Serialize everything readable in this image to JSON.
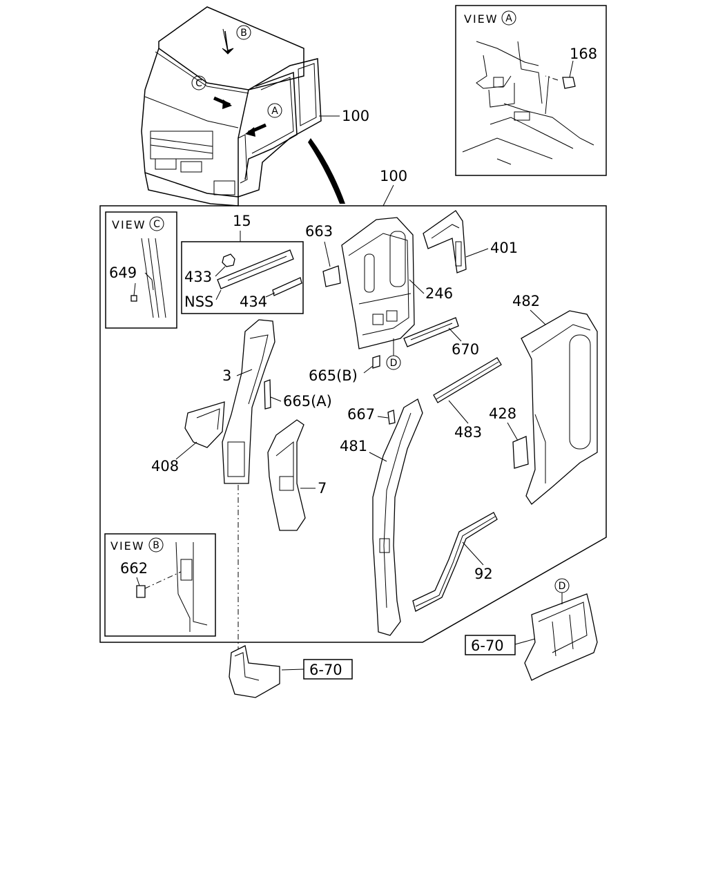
{
  "views": {
    "a": {
      "title": "VIEW",
      "letter": "A",
      "callouts": [
        "168"
      ]
    },
    "b": {
      "title": "VIEW",
      "letter": "B",
      "callouts": [
        "662"
      ]
    },
    "c": {
      "title": "VIEW",
      "letter": "C",
      "callouts": [
        "649"
      ]
    }
  },
  "cab": {
    "markers": [
      "B",
      "C",
      "A"
    ],
    "callout": "100"
  },
  "assembly": {
    "callout": "100",
    "sub15": {
      "number": "15",
      "parts": [
        "433",
        "NSS",
        "434"
      ]
    },
    "parts": [
      "663",
      "401",
      "246",
      "482",
      "670",
      "665(B)",
      "3",
      "665(A)",
      "667",
      "483",
      "428",
      "408",
      "481",
      "7",
      "92"
    ],
    "marker_d": "D"
  },
  "refs": {
    "left": "6-70",
    "right": "6-70",
    "right_marker": "D"
  }
}
